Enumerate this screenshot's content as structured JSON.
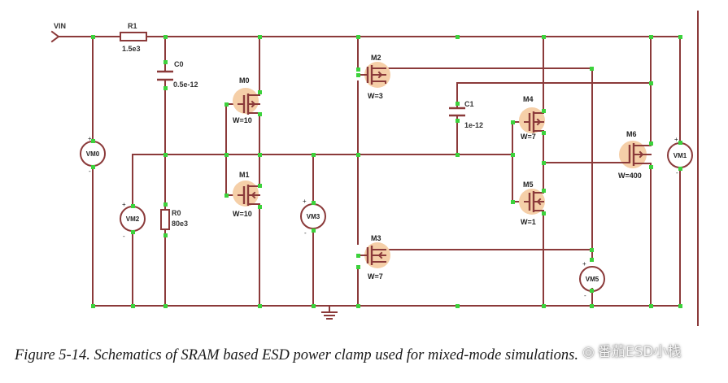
{
  "schematic": {
    "vin_label": "VIN",
    "r1": {
      "name": "R1",
      "value": "1.5e3"
    },
    "c0": {
      "name": "C0",
      "value": "0.5e-12"
    },
    "r0": {
      "name": "R0",
      "value": "80e3"
    },
    "c1": {
      "name": "C1",
      "value": "1e-12"
    },
    "m0": {
      "name": "M0",
      "width": "W=10"
    },
    "m1": {
      "name": "M1",
      "width": "W=10"
    },
    "m2": {
      "name": "M2",
      "width": "W=3"
    },
    "m3": {
      "name": "M3",
      "width": "W=7"
    },
    "m4": {
      "name": "M4",
      "width": "W=7"
    },
    "m5": {
      "name": "M5",
      "width": "W=1"
    },
    "m6": {
      "name": "M6",
      "width": "W=400"
    },
    "vm0": "VM0",
    "vm1": "VM1",
    "vm2": "VM2",
    "vm3": "VM3",
    "vm5": "VM5",
    "plus": "+",
    "minus": "-"
  },
  "caption": "Figure 5-14. Schematics of SRAM based ESD power clamp used for mixed-mode simulations.",
  "watermark": "番茄ESD小栈",
  "colors": {
    "wire": "#8b3a3a",
    "node": "#3cd23c",
    "highlight": "#f5cfa8"
  }
}
